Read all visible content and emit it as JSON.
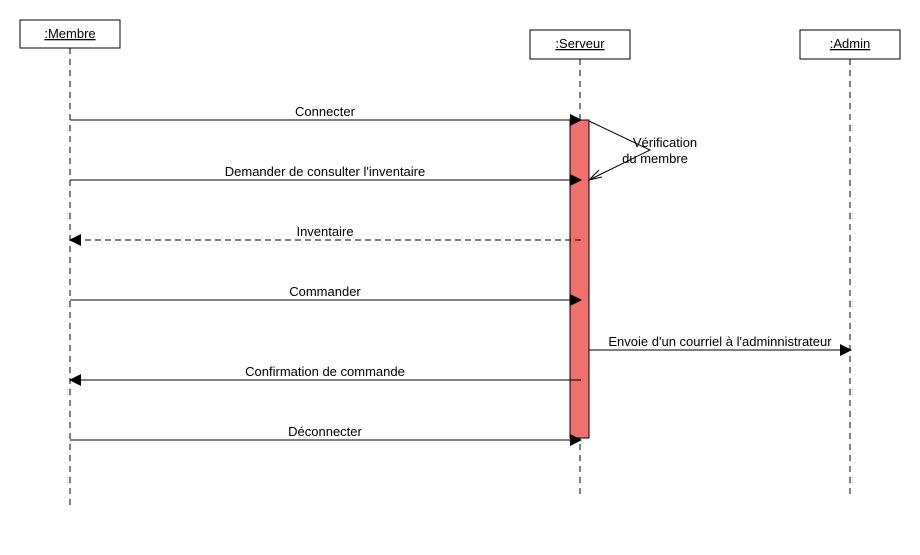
{
  "diagram": {
    "type": "sequence",
    "participants": [
      {
        "id": "membre",
        "label": ":Membre"
      },
      {
        "id": "serveur",
        "label": ":Serveur"
      },
      {
        "id": "admin",
        "label": ":Admin"
      }
    ],
    "activation": {
      "participant": "serveur",
      "color": "#f07070"
    },
    "messages": [
      {
        "from": "membre",
        "to": "serveur",
        "label": "Connecter",
        "style": "solid"
      },
      {
        "from": "serveur",
        "to": "serveur",
        "label": "Vérification du membre",
        "style": "self"
      },
      {
        "from": "membre",
        "to": "serveur",
        "label": "Demander de consulter l'inventaire",
        "style": "solid"
      },
      {
        "from": "serveur",
        "to": "membre",
        "label": "Inventaire",
        "style": "dashed"
      },
      {
        "from": "membre",
        "to": "serveur",
        "label": "Commander",
        "style": "solid"
      },
      {
        "from": "serveur",
        "to": "admin",
        "label": "Envoie d'un courriel à l'adminnistrateur",
        "style": "solid"
      },
      {
        "from": "serveur",
        "to": "membre",
        "label": "Confirmation de commande",
        "style": "solid"
      },
      {
        "from": "membre",
        "to": "serveur",
        "label": "Déconnecter",
        "style": "solid"
      }
    ],
    "self_message_lines": [
      "Vérification",
      "du membre"
    ]
  }
}
